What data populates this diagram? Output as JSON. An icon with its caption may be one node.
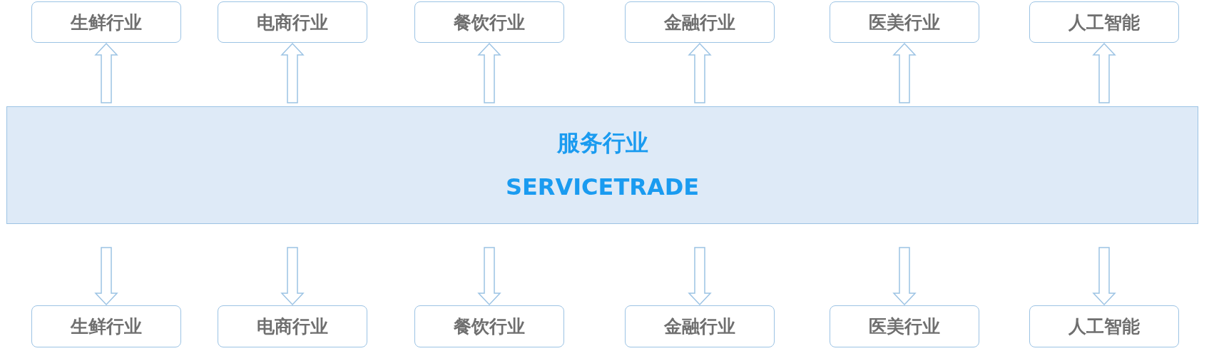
{
  "diagram": {
    "nodes": [
      {
        "text": [
          "生鲜行业"
        ]
      },
      {
        "text": [
          "电商行业"
        ]
      },
      {
        "text": [
          "餐饮行业"
        ]
      },
      {
        "text": [
          "金融行业"
        ]
      },
      {
        "text": [
          "医美行业"
        ]
      },
      {
        "text": [
          "人工智能"
        ]
      },
      {
        "text": [
          "服务行业",
          "SERVICETRADE"
        ]
      },
      {
        "text": [
          "生鲜行业"
        ]
      },
      {
        "text": [
          "电商行业"
        ]
      },
      {
        "text": [
          "餐饮行业"
        ]
      },
      {
        "text": [
          "金融行业"
        ]
      },
      {
        "text": [
          "医美行业"
        ]
      },
      {
        "text": [
          "人工智能"
        ]
      }
    ],
    "edges": [
      {
        "from": 6,
        "to": 0,
        "arrow": "to"
      },
      {
        "from": 6,
        "to": 1,
        "arrow": "to"
      },
      {
        "from": 6,
        "to": 2,
        "arrow": "to"
      },
      {
        "from": 6,
        "to": 3,
        "arrow": "to"
      },
      {
        "from": 6,
        "to": 4,
        "arrow": "to"
      },
      {
        "from": 6,
        "to": 5,
        "arrow": "to"
      },
      {
        "from": 6,
        "to": 7,
        "arrow": "to"
      },
      {
        "from": 6,
        "to": 8,
        "arrow": "to"
      },
      {
        "from": 6,
        "to": 9,
        "arrow": "to"
      },
      {
        "from": 6,
        "to": 10,
        "arrow": "to"
      },
      {
        "from": 6,
        "to": 11,
        "arrow": "to"
      },
      {
        "from": 6,
        "to": 12,
        "arrow": "to"
      }
    ]
  }
}
